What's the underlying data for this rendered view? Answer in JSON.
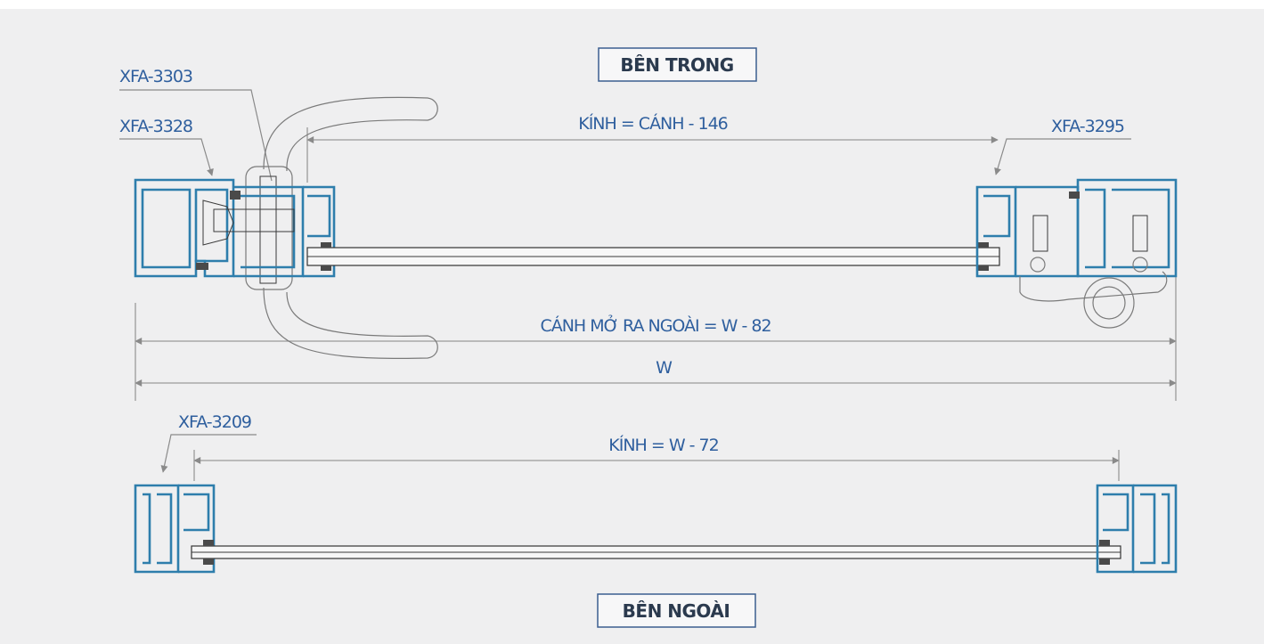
{
  "labels": {
    "inside": "BÊN TRONG",
    "outside": "BÊN NGOÀI",
    "profile_3303": "XFA-3303",
    "profile_3328": "XFA-3328",
    "profile_3295": "XFA-3295",
    "profile_3209": "XFA-3209"
  },
  "dimensions": {
    "glass_sash": "KÍNH = CÁNH - 146",
    "sash_outward": "CÁNH MỞ RA NGOÀI = W - 82",
    "width": "W",
    "glass_fixed": "KÍNH = W - 72"
  },
  "colors": {
    "background": "#efeff0",
    "profile": "#2e7eac",
    "label_text": "#2f5f9e",
    "dimension_line": "#9a9a9a"
  }
}
